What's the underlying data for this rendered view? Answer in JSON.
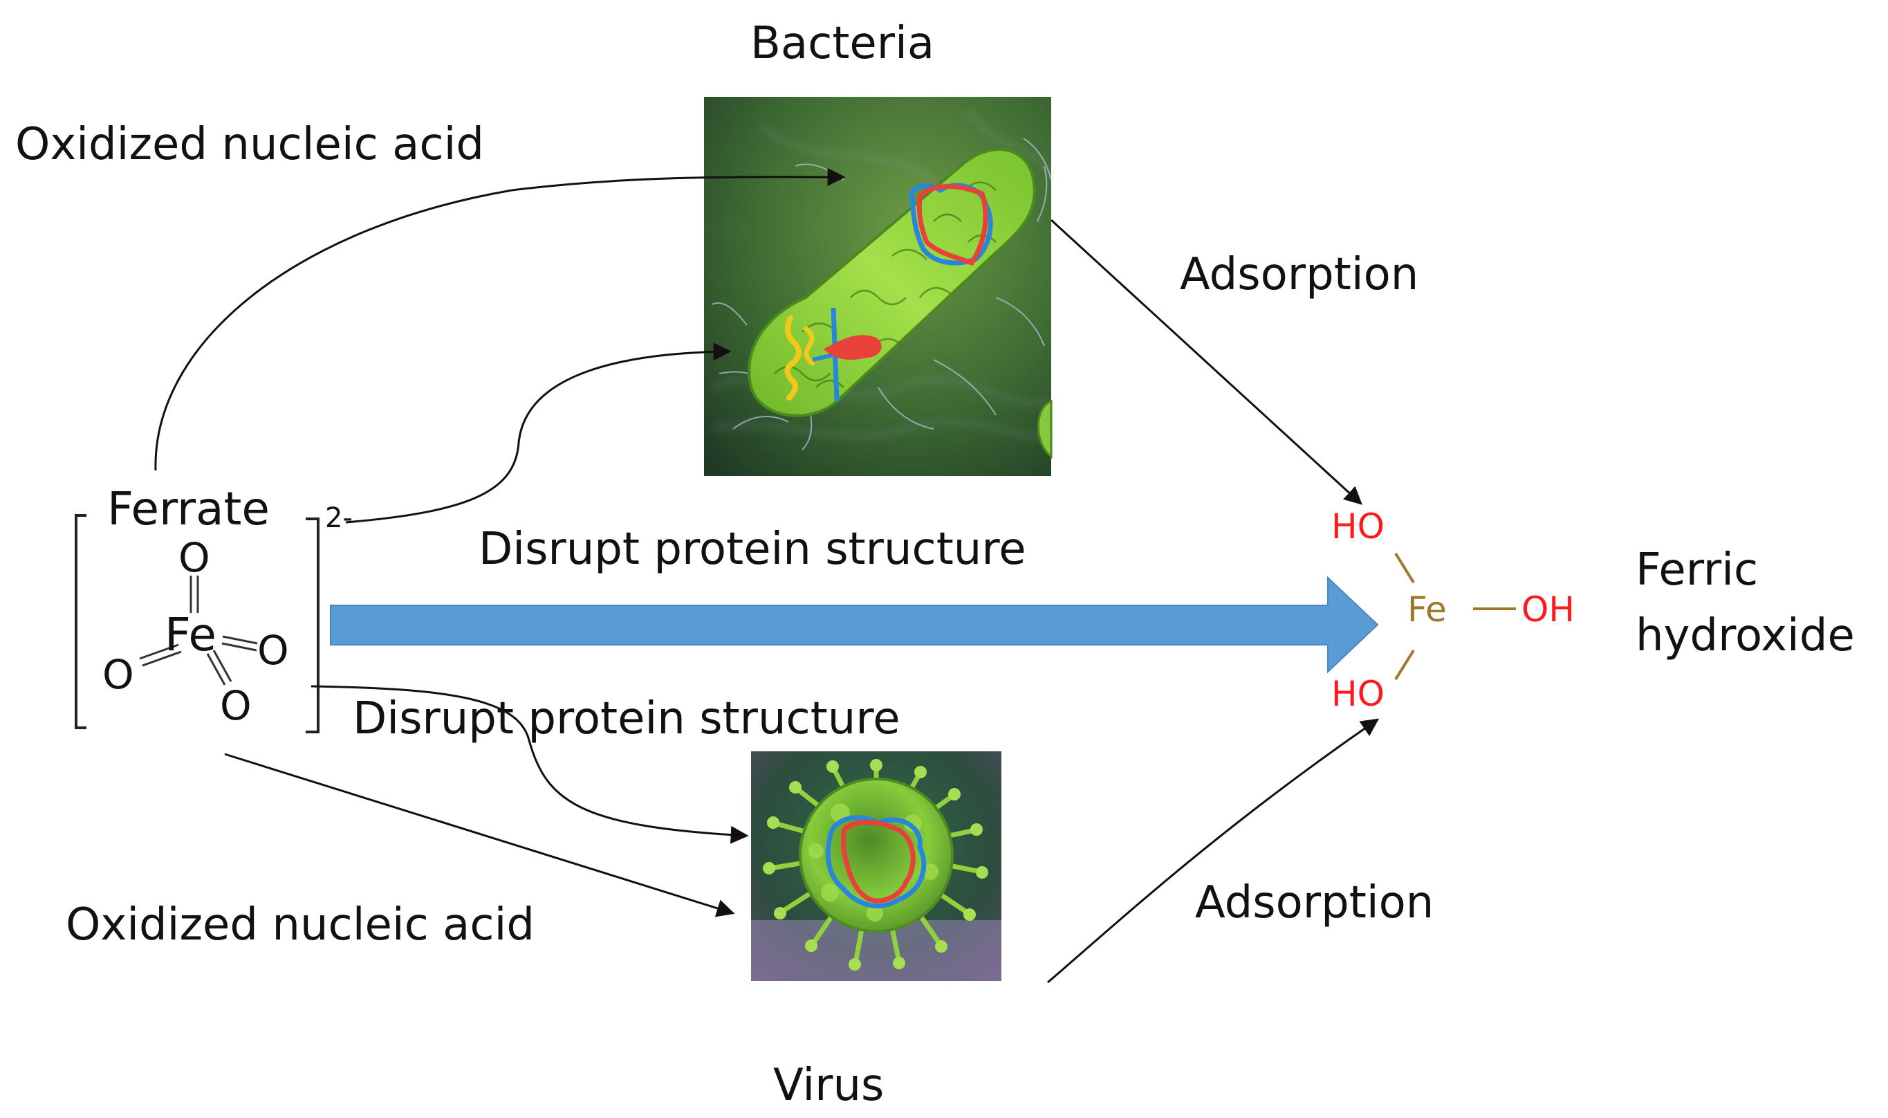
{
  "labels": {
    "bacteria": "Bacteria",
    "virus": "Virus",
    "oxidized_top": "Oxidized nucleic acid",
    "oxidized_bottom": "Oxidized nucleic acid",
    "adsorption_top": "Adsorption",
    "adsorption_bottom": "Adsorption",
    "disrupt_top": "Disrupt protein structure",
    "disrupt_bottom": "Disrupt protein structure",
    "ferric_line1": "Ferric",
    "ferric_line2": "hydroxide"
  },
  "ferrate": {
    "name": "Ferrate",
    "charge": "2-",
    "atoms": {
      "fe": "Fe",
      "o_top": "O",
      "o_left": "O",
      "o_right": "O",
      "o_bottom": "O"
    }
  },
  "ferric_hydroxide": {
    "fe": "Fe",
    "oh_top": "HO",
    "oh_right": "OH",
    "oh_bottom": "HO"
  },
  "colors": {
    "main_arrow": "#5b9bd5",
    "hydroxide_o": "#ff1a1a",
    "hydroxide_fe": "#a0782a",
    "bacteria_body": "#8ed23a",
    "bacteria_background": "#2f5a28",
    "virus_body": "#7cc236",
    "virus_background": "#3a4a3a",
    "nucleic_red": "#e8413a",
    "nucleic_blue": "#2a86d8",
    "nucleic_yellow": "#f3c81a"
  }
}
